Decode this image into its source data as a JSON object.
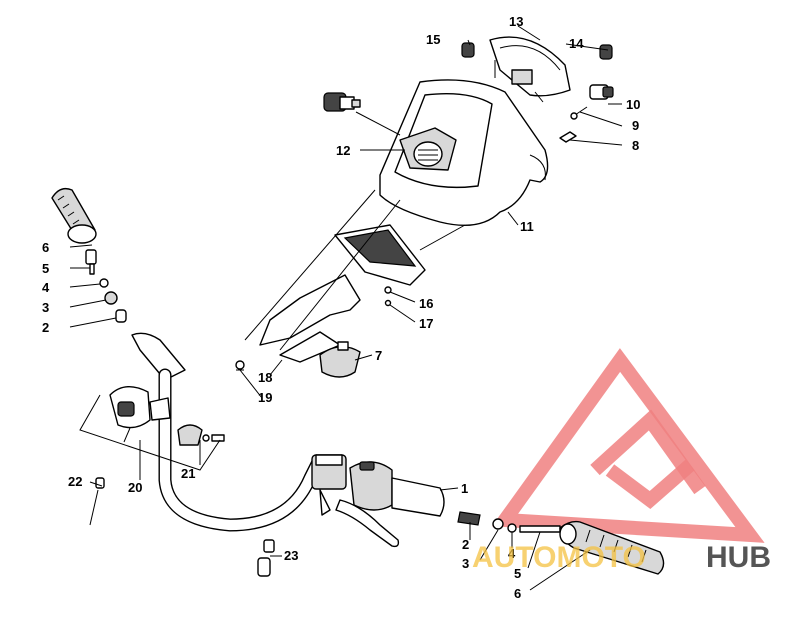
{
  "callouts": {
    "c1": "1",
    "c2a": "2",
    "c3a": "3",
    "c4a": "4",
    "c5a": "5",
    "c6a": "6",
    "c2b": "2",
    "c3b": "3",
    "c4b": "4",
    "c5b": "5",
    "c6b": "6",
    "c7": "7",
    "c8": "8",
    "c9": "9",
    "c10": "10",
    "c11": "11",
    "c12": "12",
    "c13": "13",
    "c14": "14",
    "c15": "15",
    "c16": "16",
    "c17": "17",
    "c18": "18",
    "c19": "19",
    "c20": "20",
    "c21": "21",
    "c22": "22",
    "c23": "23"
  },
  "watermark": {
    "text_a": "AUTOMOTO",
    "text_b": "HUB",
    "color_a": "#f5c242",
    "color_b": "#555555",
    "logo_color": "#f08080"
  }
}
